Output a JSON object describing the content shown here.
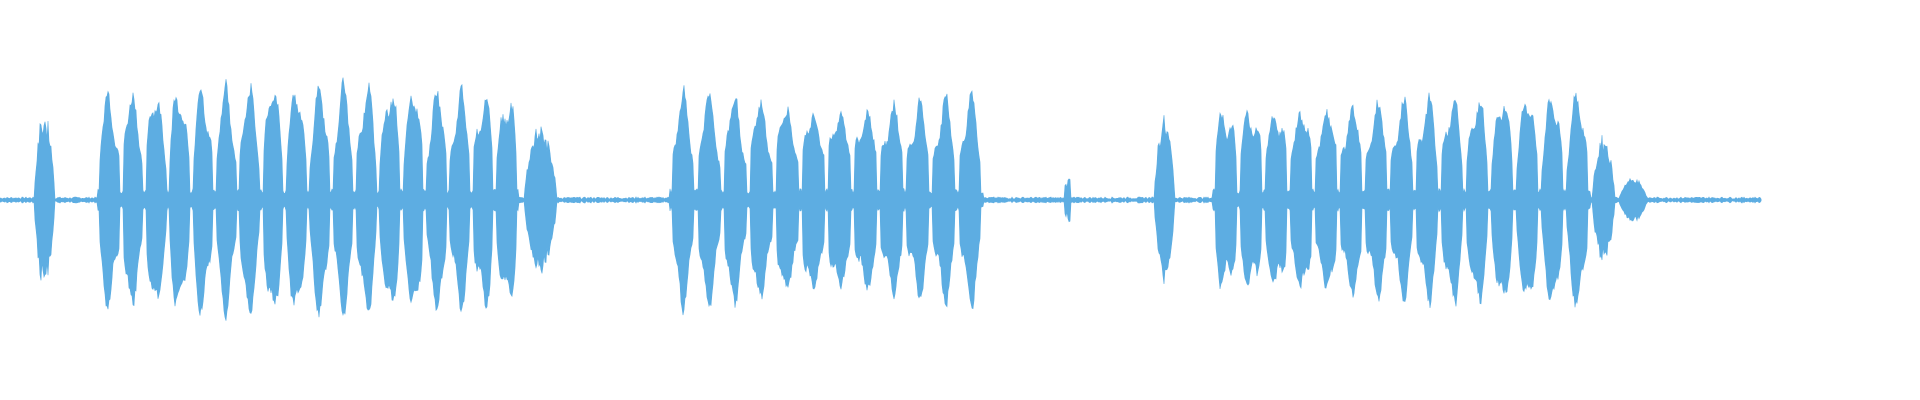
{
  "waveform": {
    "color": "#5dade2",
    "background": "#ffffff",
    "noise_floor": 0.02,
    "segments": [
      {
        "shape": "burst",
        "start": 0.0175,
        "end": 0.0285,
        "peak": 0.7,
        "lobes": 1
      },
      {
        "shape": "pulses",
        "start": 0.051,
        "end": 0.27,
        "peak": 0.95,
        "lobes": 18
      },
      {
        "shape": "burst",
        "start": 0.273,
        "end": 0.29,
        "peak": 0.6,
        "lobes": 1
      },
      {
        "shape": "pulses",
        "start": 0.349,
        "end": 0.512,
        "peak": 0.88,
        "lobes": 12
      },
      {
        "shape": "spike",
        "start": 0.5545,
        "end": 0.5575,
        "peak": 0.18,
        "lobes": 1
      },
      {
        "shape": "burst",
        "start": 0.601,
        "end": 0.612,
        "peak": 0.65,
        "lobes": 1
      },
      {
        "shape": "pulses",
        "start": 0.632,
        "end": 0.828,
        "peak": 0.88,
        "lobes": 15
      },
      {
        "shape": "burst",
        "start": 0.829,
        "end": 0.841,
        "peak": 0.5,
        "lobes": 1
      },
      {
        "shape": "burst",
        "start": 0.843,
        "end": 0.858,
        "peak": 0.18,
        "lobes": 1
      }
    ],
    "track_end": 0.9175
  }
}
